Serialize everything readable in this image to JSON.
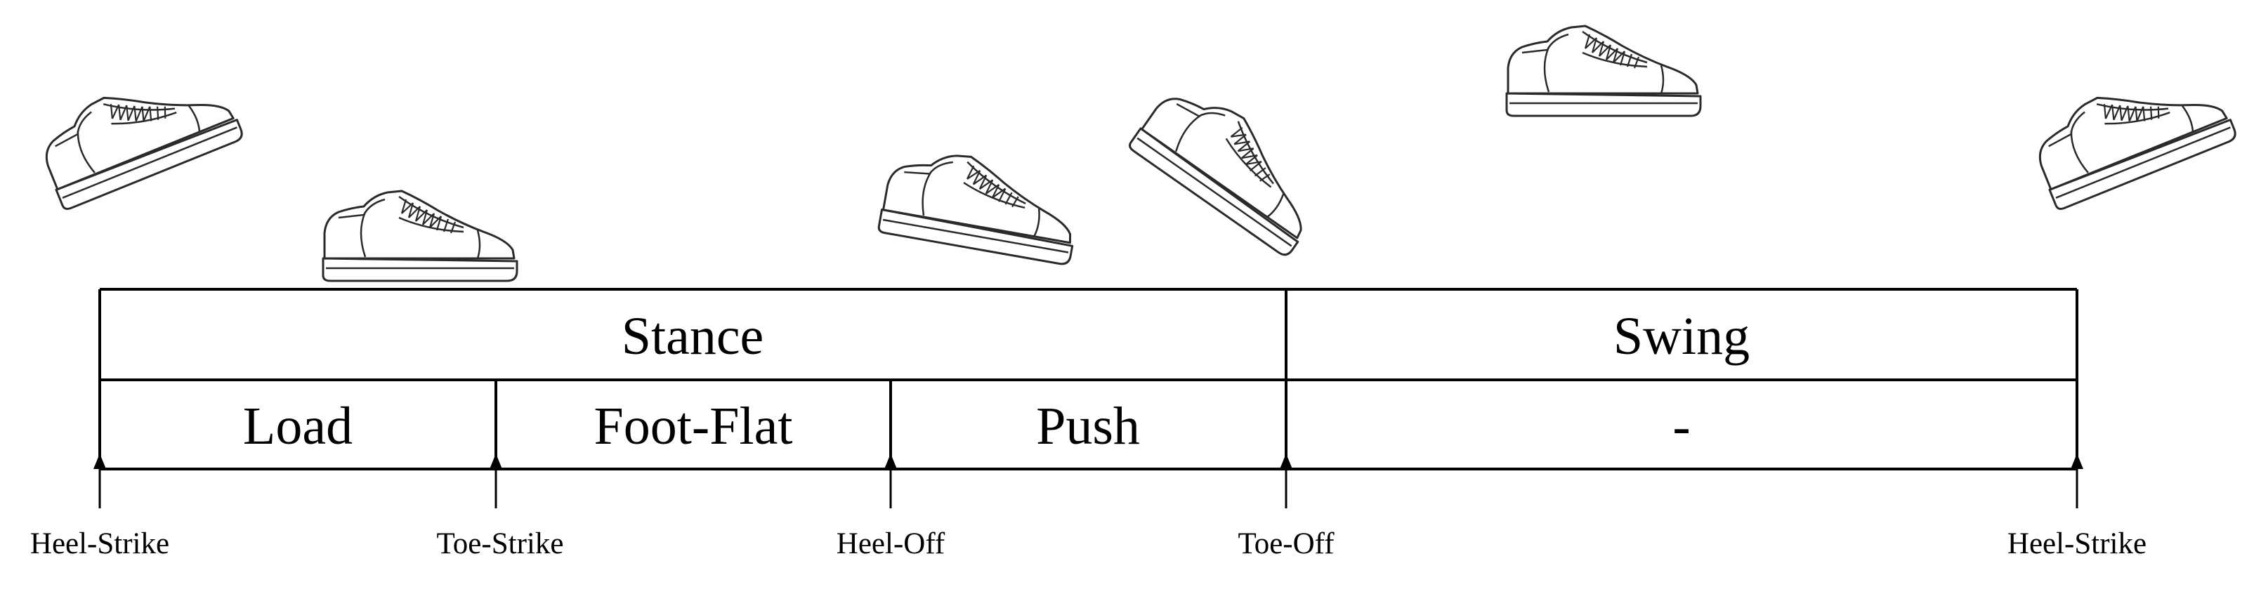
{
  "diagram": {
    "phases": {
      "stance": "Stance",
      "swing": "Swing"
    },
    "sub_phases": {
      "load": "Load",
      "foot_flat": "Foot-Flat",
      "push": "Push",
      "swing_sub": "-"
    },
    "events": {
      "heel_strike_1": "Heel-Strike",
      "toe_strike": "Toe-Strike",
      "heel_off": "Heel-Off",
      "toe_off": "Toe-Off",
      "heel_strike_2": "Heel-Strike"
    },
    "icons": {
      "shoe": "sneaker-icon",
      "marker": "arrow-up-icon"
    },
    "colors": {
      "line": "#000000",
      "background": "#ffffff"
    }
  }
}
